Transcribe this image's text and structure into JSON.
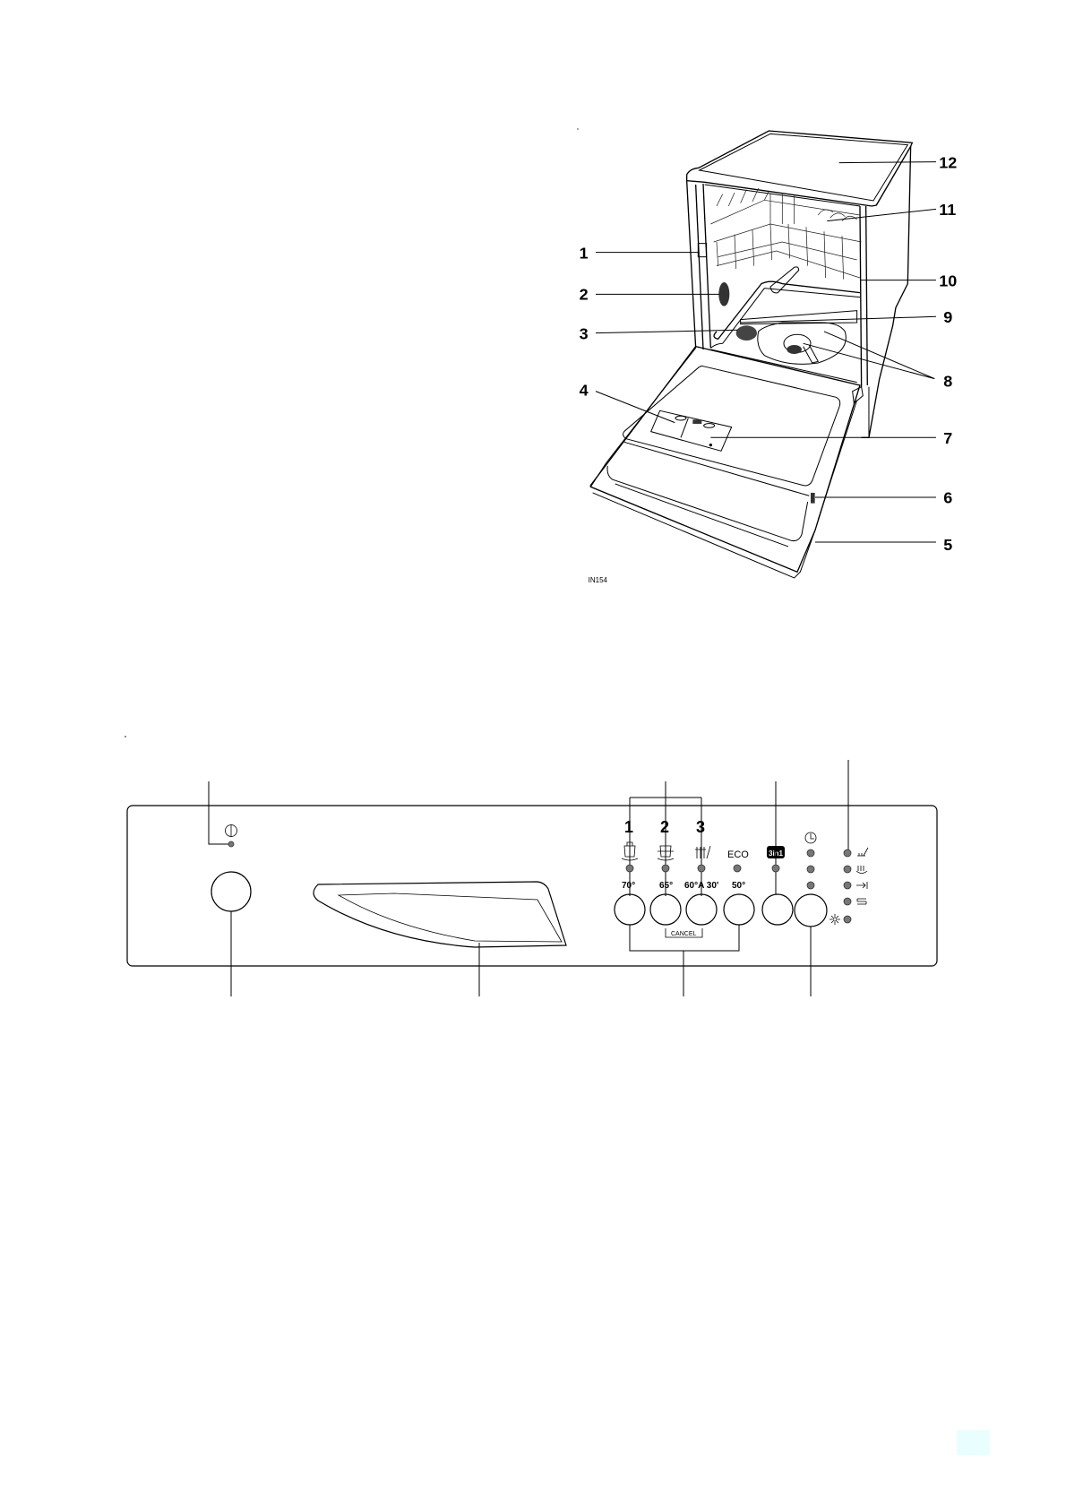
{
  "figure_top": {
    "code": "IN154",
    "callouts": [
      "1",
      "2",
      "3",
      "4",
      "5",
      "6",
      "7",
      "8",
      "9",
      "10",
      "11",
      "12"
    ]
  },
  "control_panel": {
    "group_numbers": [
      "1",
      "2",
      "3"
    ],
    "eco_label": "ECO",
    "temperatures": [
      "70°",
      "65°",
      "60°A 30'",
      "50°"
    ],
    "cancel_label": "CANCEL",
    "three_in_one_label": "3in1",
    "icons": {
      "power": "power-symbol-icon",
      "program_1": "intensive-pot-icon",
      "program_2": "normal-wash-icon",
      "program_3": "quick-wash-icon",
      "delay": "clock-icon",
      "indicators": [
        "wash-icon",
        "rinse-icon",
        "end-icon",
        "salt-icon",
        "rinse-aid-sun-icon"
      ]
    },
    "led_color": "#777777"
  },
  "page_marker": {
    "color": "#e9ffff"
  }
}
